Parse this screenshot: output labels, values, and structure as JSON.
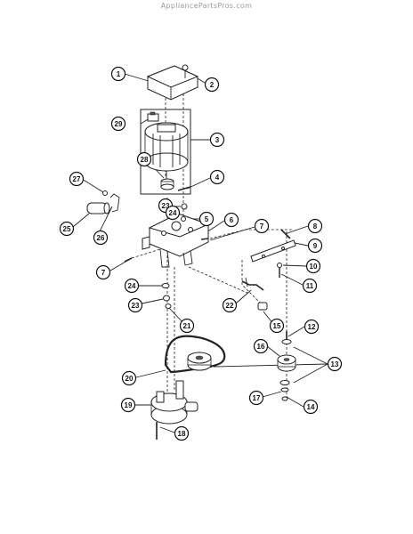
{
  "header": {
    "watermark": "AppliancePartsPros.com"
  },
  "callouts": [
    {
      "id": "c1",
      "label": "1"
    },
    {
      "id": "c2",
      "label": "2"
    },
    {
      "id": "c3",
      "label": "3"
    },
    {
      "id": "c4",
      "label": "4"
    },
    {
      "id": "c5",
      "label": "5"
    },
    {
      "id": "c6",
      "label": "6"
    },
    {
      "id": "c7a",
      "label": "7"
    },
    {
      "id": "c7b",
      "label": "7"
    },
    {
      "id": "c8",
      "label": "8"
    },
    {
      "id": "c9",
      "label": "9"
    },
    {
      "id": "c10",
      "label": "10"
    },
    {
      "id": "c11",
      "label": "11"
    },
    {
      "id": "c12",
      "label": "12"
    },
    {
      "id": "c13",
      "label": "13"
    },
    {
      "id": "c14",
      "label": "14"
    },
    {
      "id": "c15",
      "label": "15"
    },
    {
      "id": "c16",
      "label": "16"
    },
    {
      "id": "c17",
      "label": "17"
    },
    {
      "id": "c18",
      "label": "18"
    },
    {
      "id": "c19",
      "label": "19"
    },
    {
      "id": "c20",
      "label": "20"
    },
    {
      "id": "c21",
      "label": "21"
    },
    {
      "id": "c22",
      "label": "22"
    },
    {
      "id": "c23a",
      "label": "23"
    },
    {
      "id": "c23b",
      "label": "23"
    },
    {
      "id": "c24a",
      "label": "24"
    },
    {
      "id": "c24b",
      "label": "24"
    },
    {
      "id": "c25",
      "label": "25"
    },
    {
      "id": "c26",
      "label": "26"
    },
    {
      "id": "c27",
      "label": "27"
    },
    {
      "id": "c28",
      "label": "28"
    },
    {
      "id": "c29",
      "label": "29"
    }
  ]
}
